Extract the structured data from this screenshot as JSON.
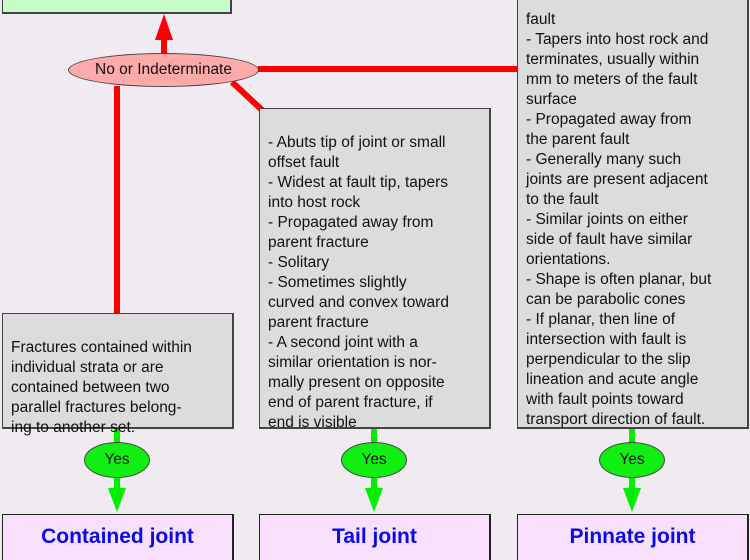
{
  "diagram": {
    "decision_label": "No or Indeterminate",
    "yes_label": "Yes",
    "colors": {
      "no_path": "#ff0000",
      "yes_path": "#00ee00",
      "no_oval": "#ffaaaa",
      "yes_oval": "#11ee11",
      "criteria_box": "#dcdcdc",
      "result_box": "#f8e0fc",
      "result_text": "#0a0ae6",
      "top_box": "#c8fcc8"
    },
    "columns": [
      {
        "criteria": "Fractures contained within\nindividual strata or are\ncontained between two\nparallel fractures belong-\ning to another set.",
        "result": "Contained joint"
      },
      {
        "criteria": "- Abuts tip of joint or small\noffset fault\n- Widest at fault tip, tapers\ninto host rock\n- Propagated away from\nparent fracture\n- Solitary\n- Sometimes slightly\ncurved and convex toward\nparent fracture\n- A second joint with a\nsimilar orientation is nor-\nmally present on  opposite\nend of parent fracture, if\nend is visible",
        "result": "Tail joint"
      },
      {
        "criteria": "fault\n- Tapers into host rock and\nterminates, usually within\nmm to meters of the fault\nsurface\n- Propagated away from\nthe parent fault\n- Generally many such\njoints are present adjacent\nto the fault\n- Similar joints on either\nside of fault have similar\norientations.\n- Shape is often planar, but\ncan be parabolic cones\n- If planar, then line of\nintersection with fault is\nperpendicular to the slip\nlineation and acute angle\nwith fault points toward\ntransport direction of fault.",
        "result": "Pinnate joint"
      }
    ]
  }
}
